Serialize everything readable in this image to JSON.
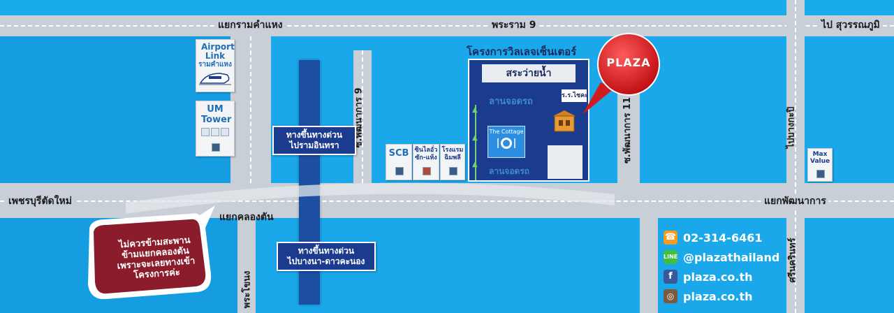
{
  "roads": {
    "top": "พระราม 9",
    "top_left_junction": "แยกรามคำแหง",
    "top_right_direction": "ไป สุวรรณภูมิ",
    "main": "เพชรบุรีตัดใหม่",
    "main_left_junction": "แยกคลองตัน",
    "main_right_junction": "แยกพัฒนาการ",
    "soi_pattanakarn_9": "ซ.พัฒนาการ 9",
    "soi_pattanakarn_11": "ซ.พัฒนาการ 11",
    "bang_kapi_road": "ไปบางกะปิ",
    "phra_khanong_road": "พระโขนง",
    "srinakarin_road": "ศรีนครินทร์"
  },
  "landmarks": {
    "airport_link": "Airport Link",
    "airport_link_station": "รามคำแหง",
    "um_tower": "UM Tower",
    "scb": "SCB",
    "sinlaedua": "ซินไลอั่ว",
    "sinlaedua_sub": "ซัก-แห้ง",
    "hotel": "โรงแรม",
    "hotel_sub": "ฉิมพลี",
    "max_value": "Max Value"
  },
  "expressway": {
    "north_box": [
      "ทางขึ้นทางด่วน",
      "ไปรามอินทรา"
    ],
    "south_box": [
      "ทางขึ้นทางด่วน",
      "ไปบางนา-ดาวคะนอง"
    ]
  },
  "project": {
    "title": "โครงการวิลเลจเซ็นเตอร์",
    "pool": "สระว่ายน้ำ",
    "parking_top": "ลานจอดรถ",
    "parking_bottom": "ลานจอดรถ",
    "cottage": "The Cottage",
    "school": "ร.ร.ไชคะ",
    "marker": "PLAZA"
  },
  "warning": [
    "ไม่ควรข้ามสะพาน",
    "ข้ามแยกคลองตัน",
    "เพราะจะเลยทางเข้า",
    "โครงการค่ะ"
  ],
  "contacts": {
    "phone": "02-314-6461",
    "line": "@plazathailand",
    "facebook": "plaza.co.th",
    "instagram": "plaza.co.th"
  },
  "colors": {
    "background": "#12a3e6",
    "road": "#c9cfd6",
    "expressway_box": "#1b3b8e",
    "marker": "#e8282b",
    "warning_bubble": "#8a1c2c"
  }
}
